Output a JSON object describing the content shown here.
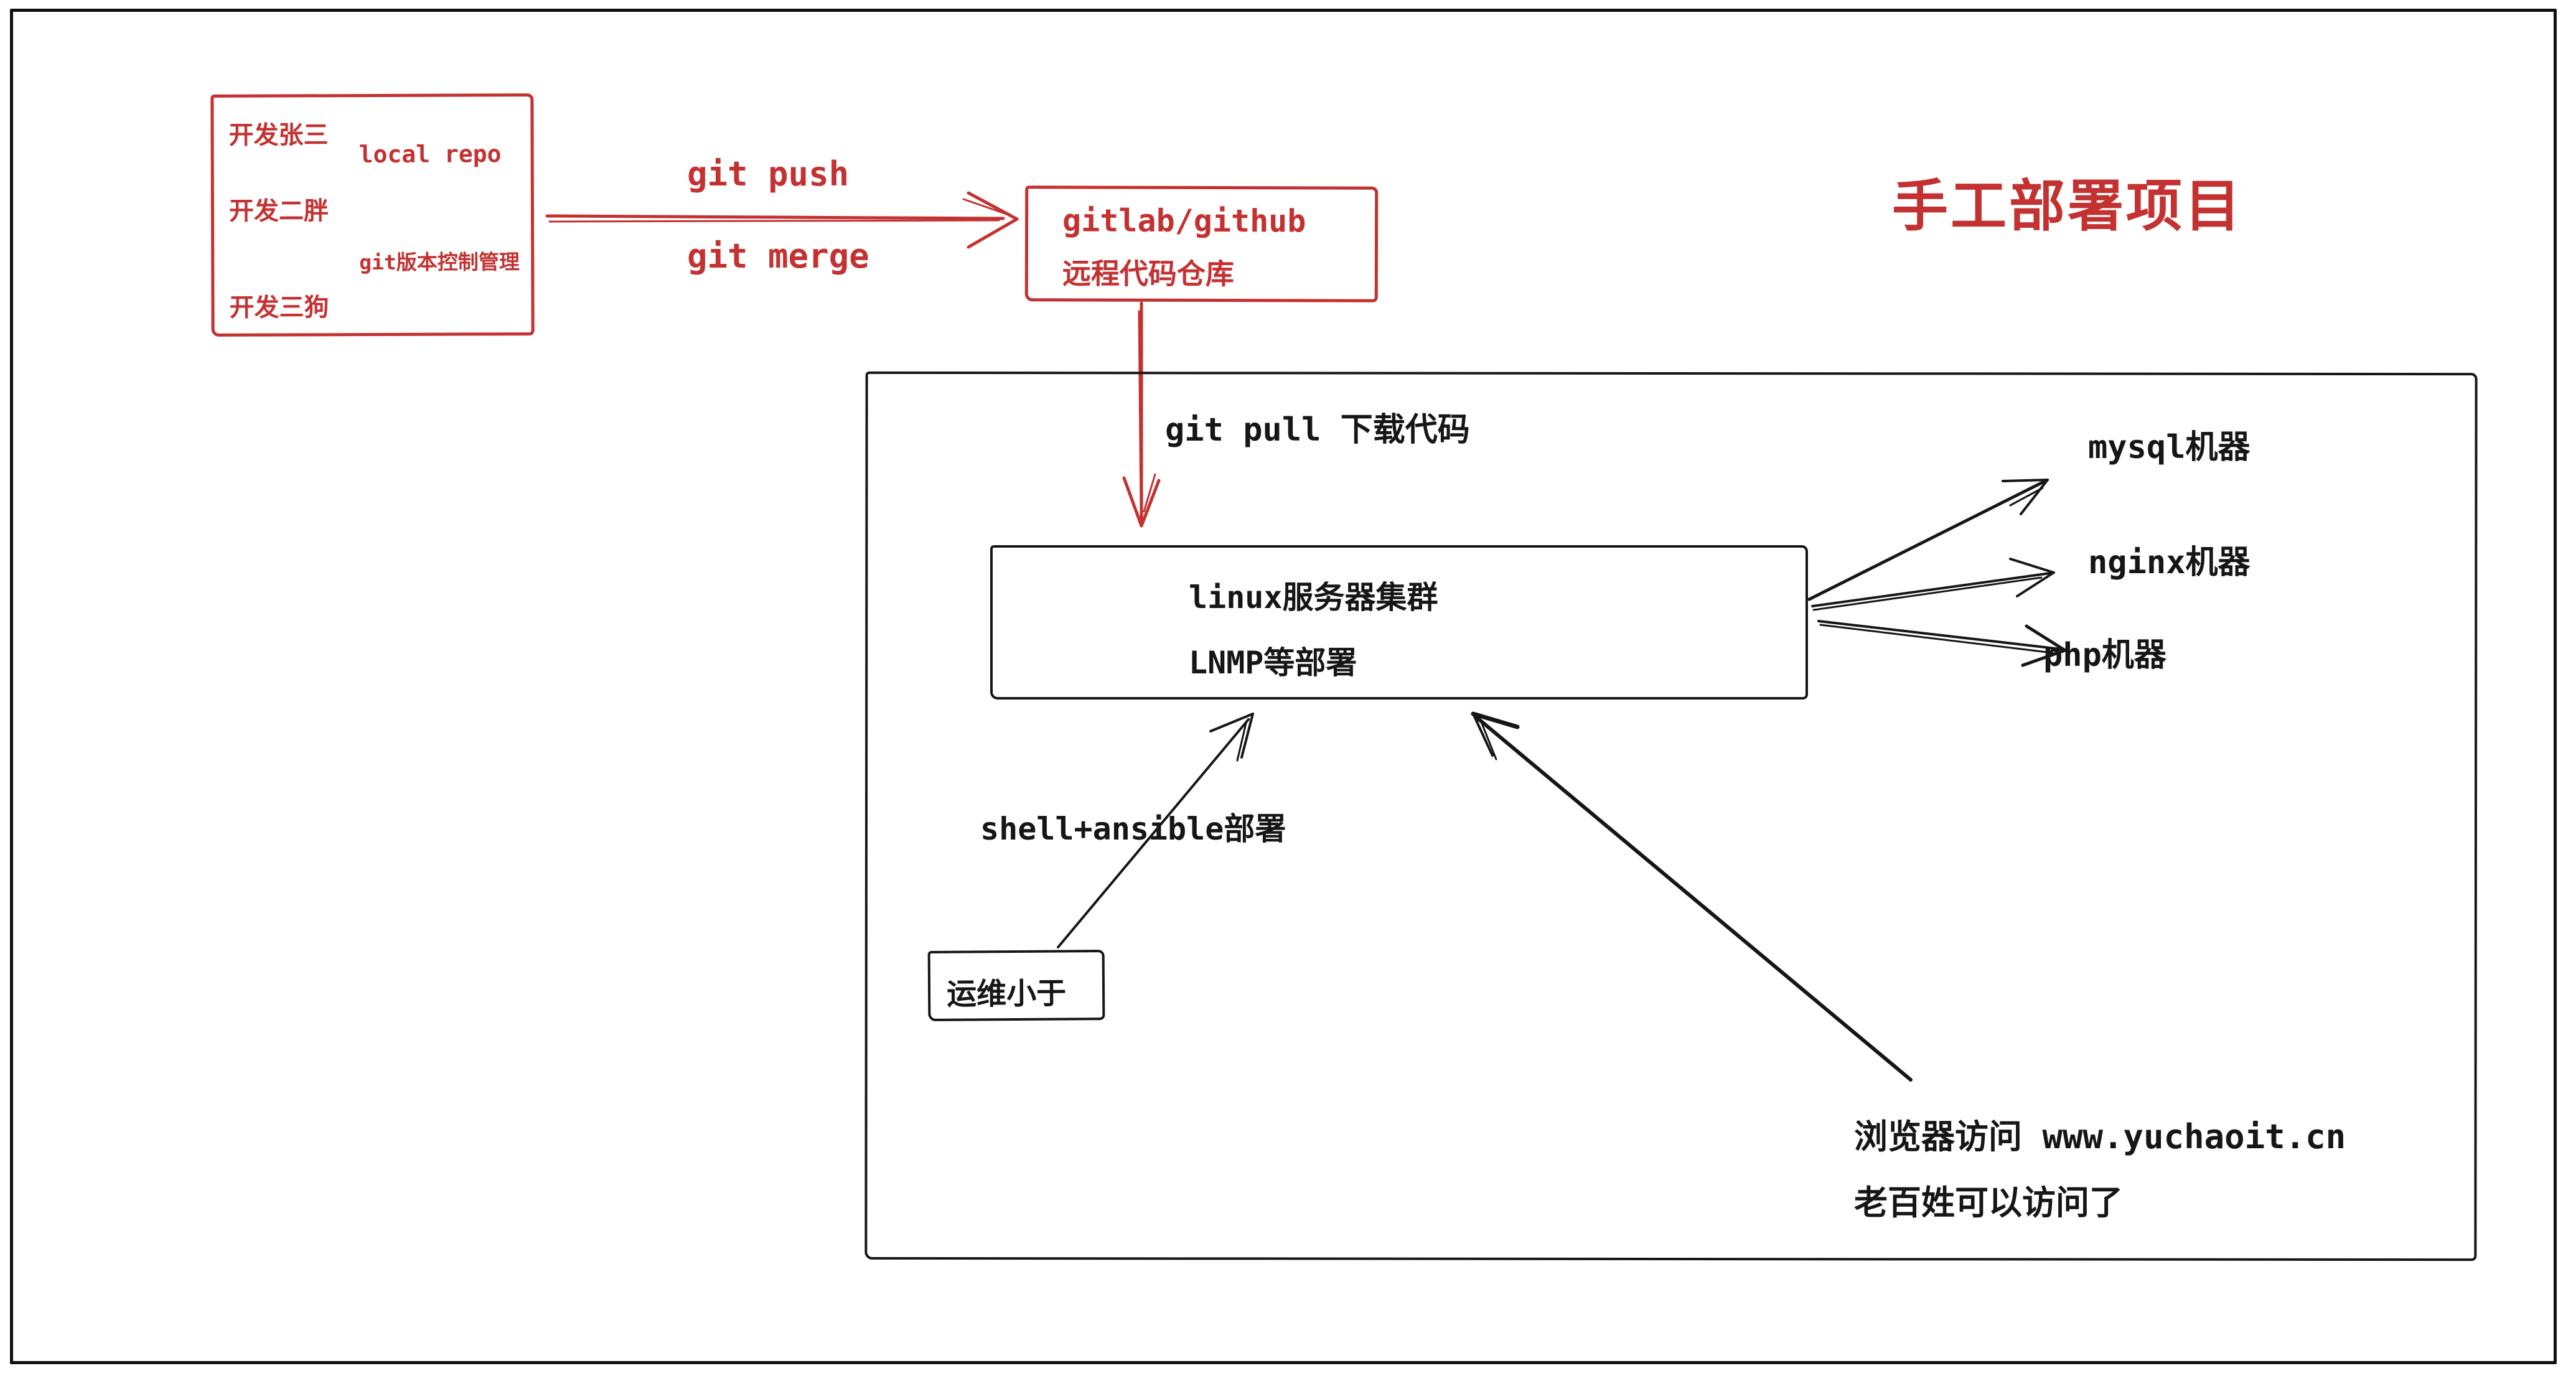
{
  "colors": {
    "red": "#c43131",
    "ink": "#161616",
    "bg": "#ffffff"
  },
  "title": "手工部署项目",
  "dev_box": {
    "members": [
      "开发张三",
      "开发二胖",
      "开发三狗"
    ],
    "repo_label": "local repo",
    "vcs_label": "git版本控制管理"
  },
  "labels": {
    "git_push": "git push",
    "git_merge": "git merge",
    "git_pull": "git pull 下载代码",
    "shell_deploy": "shell+ansible部署"
  },
  "remote_repo_box": {
    "line1": "gitlab/github",
    "line2": "远程代码仓库"
  },
  "server_box": {
    "line1": "linux服务器集群",
    "line2": "LNMP等部署"
  },
  "machines": [
    {
      "label": "mysql机器"
    },
    {
      "label": "nginx机器"
    },
    {
      "label": "php机器"
    }
  ],
  "ops_box": {
    "label": "运维小于"
  },
  "browser_note": {
    "line1": "浏览器访问 www.yuchaoit.cn",
    "line2": "老百姓可以访问了"
  }
}
